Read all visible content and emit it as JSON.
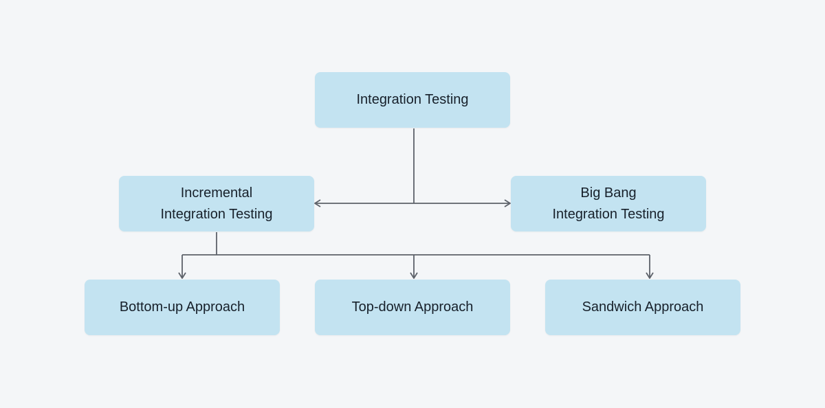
{
  "diagram": {
    "nodes": {
      "root": {
        "label": "Integration Testing"
      },
      "incremental": {
        "label": "Incremental\nIntegration Testing"
      },
      "bigbang": {
        "label": "Big Bang\nIntegration Testing"
      },
      "bottomup": {
        "label": "Bottom-up Approach"
      },
      "topdown": {
        "label": "Top-down Approach"
      },
      "sandwich": {
        "label": "Sandwich Approach"
      }
    },
    "colors": {
      "background": "#f4f6f8",
      "node_fill": "#c3e3f1",
      "node_text": "#17202a",
      "connector": "#5c6169"
    }
  }
}
